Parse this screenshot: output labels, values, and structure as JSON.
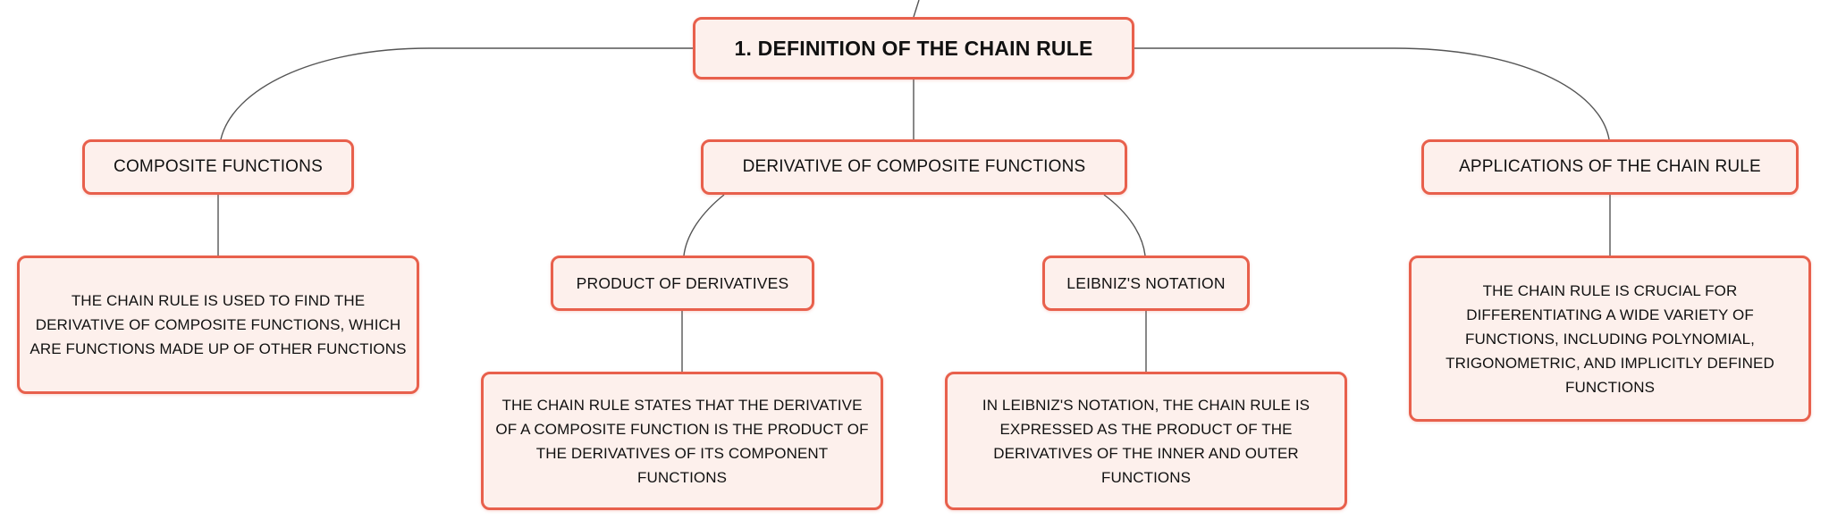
{
  "diagram": {
    "type": "mind-map",
    "colors": {
      "node_border": "#e8604c",
      "node_fill": "#fdf0ec",
      "connector": "#555555",
      "text": "#111111"
    },
    "root": {
      "label": "1. DEFINITION OF THE CHAIN RULE"
    },
    "topics": {
      "composite": {
        "label": "COMPOSITE FUNCTIONS",
        "detail": "THE CHAIN RULE IS USED TO FIND THE DERIVATIVE OF COMPOSITE FUNCTIONS, WHICH ARE FUNCTIONS MADE UP OF OTHER FUNCTIONS"
      },
      "derivative": {
        "label": "DERIVATIVE OF COMPOSITE FUNCTIONS",
        "product": {
          "label": "PRODUCT OF DERIVATIVES",
          "detail": "THE CHAIN RULE STATES THAT THE DERIVATIVE OF A COMPOSITE FUNCTION IS THE PRODUCT OF THE DERIVATIVES OF ITS COMPONENT FUNCTIONS"
        },
        "leibniz": {
          "label": "LEIBNIZ'S NOTATION",
          "detail": "IN LEIBNIZ'S NOTATION, THE CHAIN RULE IS EXPRESSED AS THE PRODUCT OF THE DERIVATIVES OF THE INNER AND OUTER FUNCTIONS"
        }
      },
      "applications": {
        "label": "APPLICATIONS OF THE CHAIN RULE",
        "detail": "THE CHAIN RULE IS CRUCIAL FOR DIFFERENTIATING A WIDE VARIETY OF FUNCTIONS, INCLUDING POLYNOMIAL, TRIGONOMETRIC, AND IMPLICITLY DEFINED FUNCTIONS"
      }
    }
  }
}
